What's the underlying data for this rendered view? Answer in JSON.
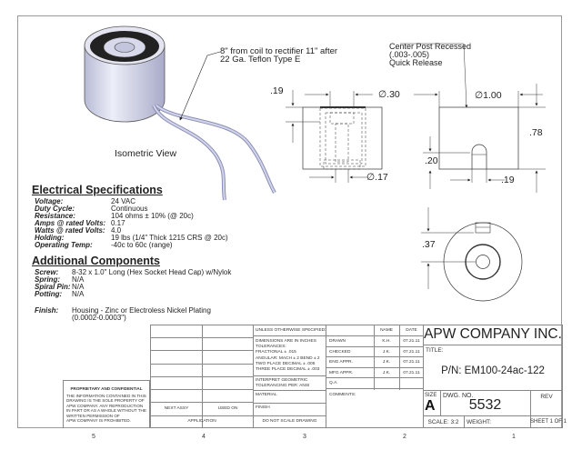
{
  "notes": {
    "lead_wire": [
      "8\" from coil to rectifier 11\" after",
      "22 Ga. Teflon Type E"
    ],
    "center_post": [
      "Center Post Recessed",
      "(.003-.005)",
      "Quick Release"
    ],
    "iso_label": "Isometric View"
  },
  "dimensions": {
    "side_top_offset": ".19",
    "side_bore_dia": "∅.30",
    "side_hole_dia": "∅.17",
    "front_dia": "∅1.00",
    "front_height": ".78",
    "front_slot_height": ".20",
    "front_slot_width": ".19",
    "top_offset": ".37"
  },
  "electrical": {
    "heading": "Electrical Specifications",
    "rows": [
      {
        "key": "Voltage:",
        "value": "24 VAC"
      },
      {
        "key": "Duty Cycle:",
        "value": "Continuous"
      },
      {
        "key": "Resistance:",
        "value": "104 ohms ± 10% (@ 20c)"
      },
      {
        "key": "Amps @ rated Volts:",
        "value": "0.17"
      },
      {
        "key": "Watts @ rated Volts:",
        "value": "4.0"
      },
      {
        "key": "Holding:",
        "value": "19 lbs (1/4\" Thick 1215 CRS @ 20c)"
      },
      {
        "key": "Operating Temp:",
        "value": "-40c to 60c (range)"
      }
    ]
  },
  "components": {
    "heading": "Additional Components",
    "rows": [
      {
        "key": "Screw:",
        "value": "8-32 x 1.0\" Long (Hex Socket Head Cap) w/Nylok"
      },
      {
        "key": "Spring:",
        "value": "N/A"
      },
      {
        "key": "Spiral Pin:",
        "value": "N/A"
      },
      {
        "key": "Potting:",
        "value": "N/A"
      }
    ],
    "finish_key": "Finish:",
    "finish_value": [
      "Housing - Zinc or Electroless Nickel Plating",
      "(0.0002-0.0003\")"
    ]
  },
  "proprietary": {
    "title": "PROPRIETARY AND CONFIDENTIAL",
    "lines": [
      "THE INFORMATION CONTAINED IN THIS",
      "DRAWING IS THE SOLE PROPERTY OF",
      "APW COMPANY.  ANY  REPRODUCTION",
      "IN PART OR AS A WHOLE WITHOUT THE",
      "WRITTEN PERMISSION OF",
      "APW COMPANY IS PROHIBITED."
    ]
  },
  "title_block": {
    "next_assy": "NEXT ASSY",
    "used_on": "USED ON",
    "application": "APPLICATION",
    "unless": "UNLESS OTHERWISE SPECIFIED:",
    "tolerances": [
      "DIMENSIONS ARE IN INCHES",
      "TOLERANCES:",
      "FRACTIONAL ± .015",
      "ANGULAR: MACH ± 2    BEND ± 2",
      "TWO PLACE DECIMAL    ± .005",
      "THREE PLACE DECIMAL  ± .003"
    ],
    "interpret": [
      "INTERPRET GEOMETRIC",
      "TOLERANCING PER: ANSI"
    ],
    "material": "MATERIAL",
    "finish": "FINISH",
    "do_not_scale": "DO NOT SCALE DRAWING",
    "name_header": "NAME",
    "date_header": "DATE",
    "approvals": [
      {
        "role": "DRAWN",
        "name": "K.H.",
        "date": "07.21.11"
      },
      {
        "role": "CHECKED",
        "name": "J.K.",
        "date": "07.21.11"
      },
      {
        "role": "ENG APPR.",
        "name": "J.K.",
        "date": "07.21.11"
      },
      {
        "role": "MFG APPR.",
        "name": "J.K.",
        "date": "07.21.11"
      },
      {
        "role": "Q.A.",
        "name": "",
        "date": ""
      }
    ],
    "comments": "COMMENTS:",
    "company": "APW COMPANY INC.",
    "title_label": "TITLE:",
    "part_number": "P/N: EM100-24ac-122",
    "size_label": "SIZE",
    "size": "A",
    "dwg_no_label": "DWG.  NO.",
    "dwg_no": "5532",
    "rev_label": "REV",
    "scale": "SCALE: 3:2",
    "weight": "WEIGHT:",
    "sheet": "SHEET 1 OF 1"
  },
  "zones": [
    "5",
    "4",
    "3",
    "2",
    "1"
  ]
}
